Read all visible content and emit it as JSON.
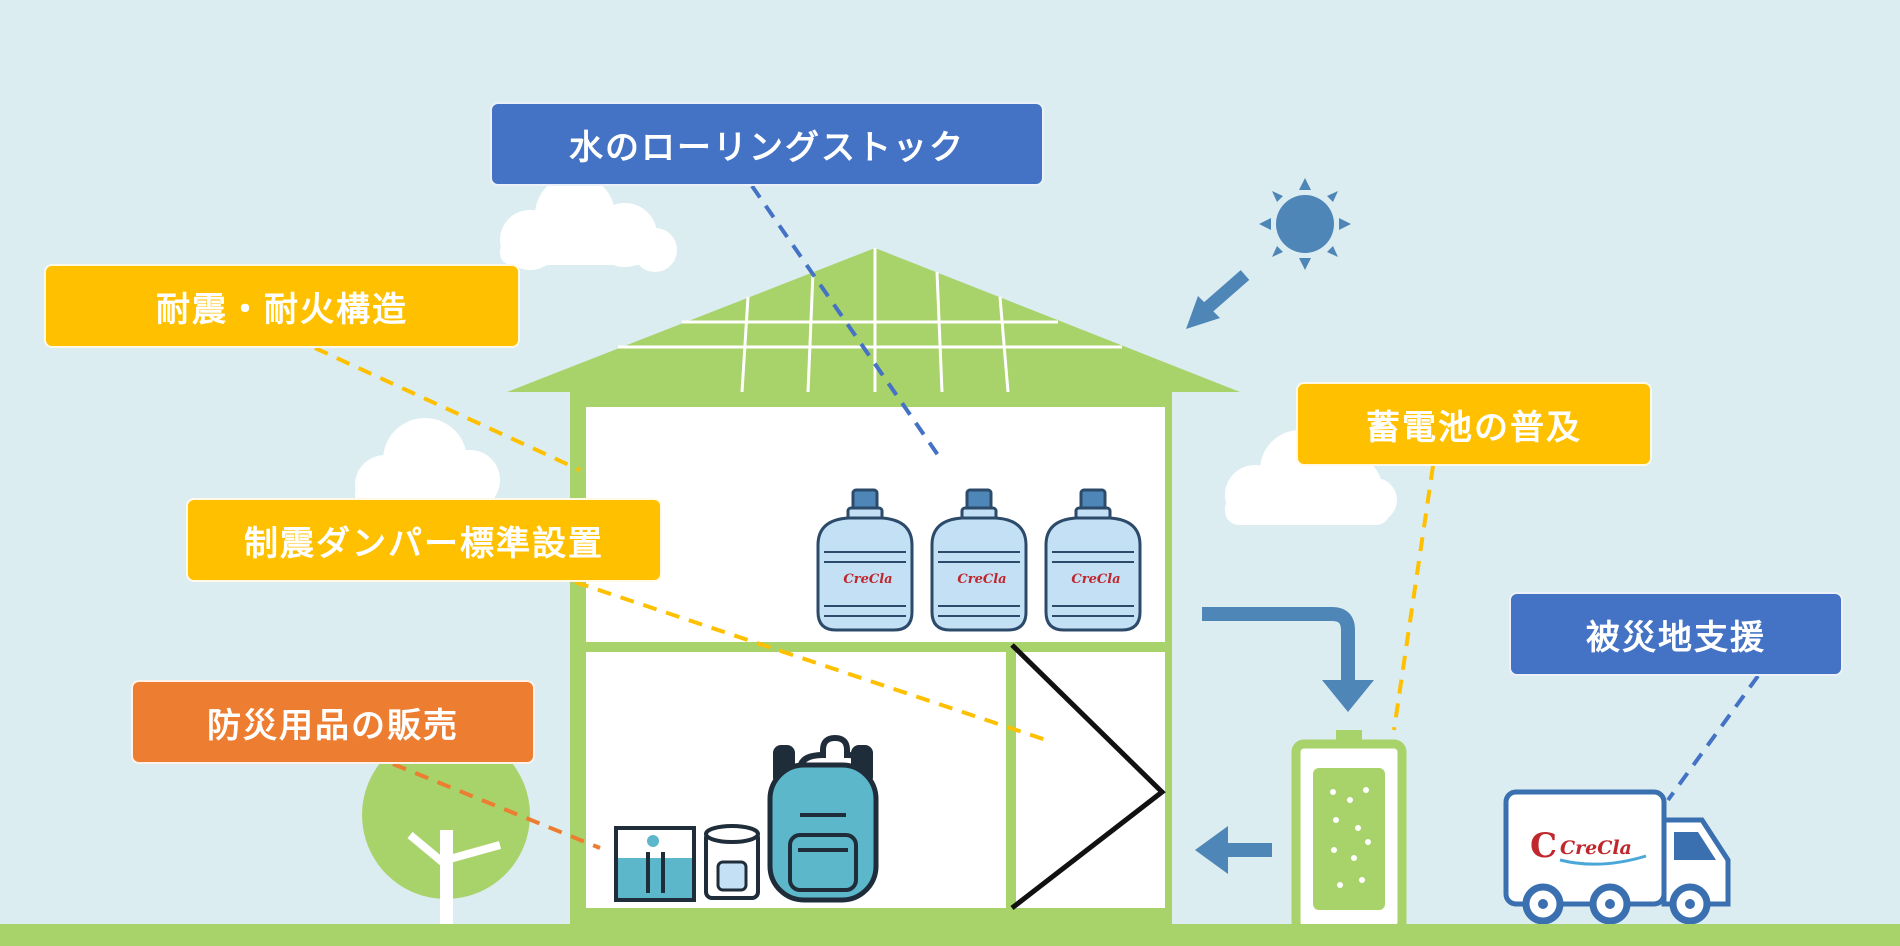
{
  "labels": {
    "water_rolling_stock": "水のローリングストック",
    "seismic_fire_structure": "耐震・耐火構造",
    "damper_standard": "制震ダンパー標準設置",
    "disaster_goods_sales": "防災用品の販売",
    "battery_spread": "蓄電池の普及",
    "disaster_area_support": "被災地支援"
  },
  "logo_text": "CreCla",
  "colors": {
    "sky": "#dcedf1",
    "house_green": "#a8d26a",
    "label_blue": "#4472c4",
    "label_yellow": "#ffc000",
    "label_orange": "#ed7d31",
    "arrow_blue": "#4f86b8",
    "water_bottle": "#c3e0f5",
    "backpack": "#5bb7c9"
  },
  "icons": [
    "sun-icon",
    "water-bottle-icon",
    "backpack-icon",
    "food-can-icon",
    "utensils-box-icon",
    "battery-icon",
    "truck-icon",
    "tree-icon",
    "cloud-icon"
  ]
}
